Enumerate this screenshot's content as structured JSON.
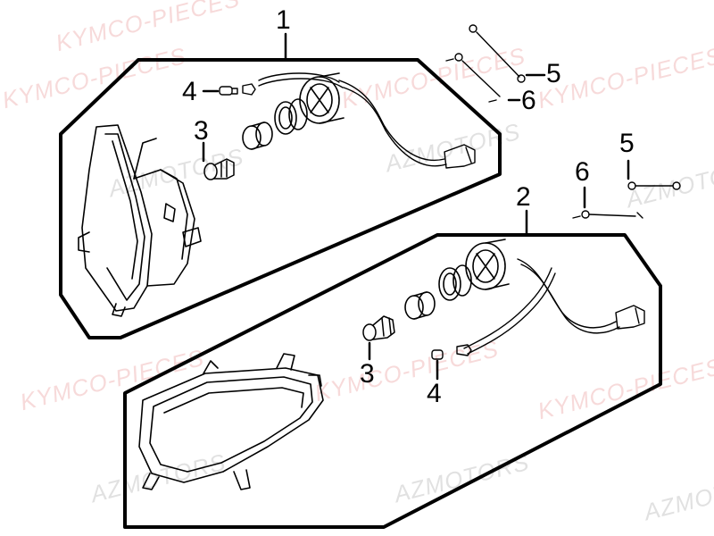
{
  "watermarks": {
    "brand": "KYMCO-PIECES",
    "dealer": "AZMOTORS",
    "brand_color": "#e89a9a",
    "dealer_color": "#cfcfcf"
  },
  "groups": [
    {
      "label": "1"
    },
    {
      "label": "2"
    }
  ],
  "callouts": {
    "a1": "1",
    "a2": "2",
    "a3": "3",
    "a4": "4",
    "a5": "5",
    "a6": "6",
    "b3": "3",
    "b4": "4",
    "b5": "5",
    "b6": "6"
  }
}
